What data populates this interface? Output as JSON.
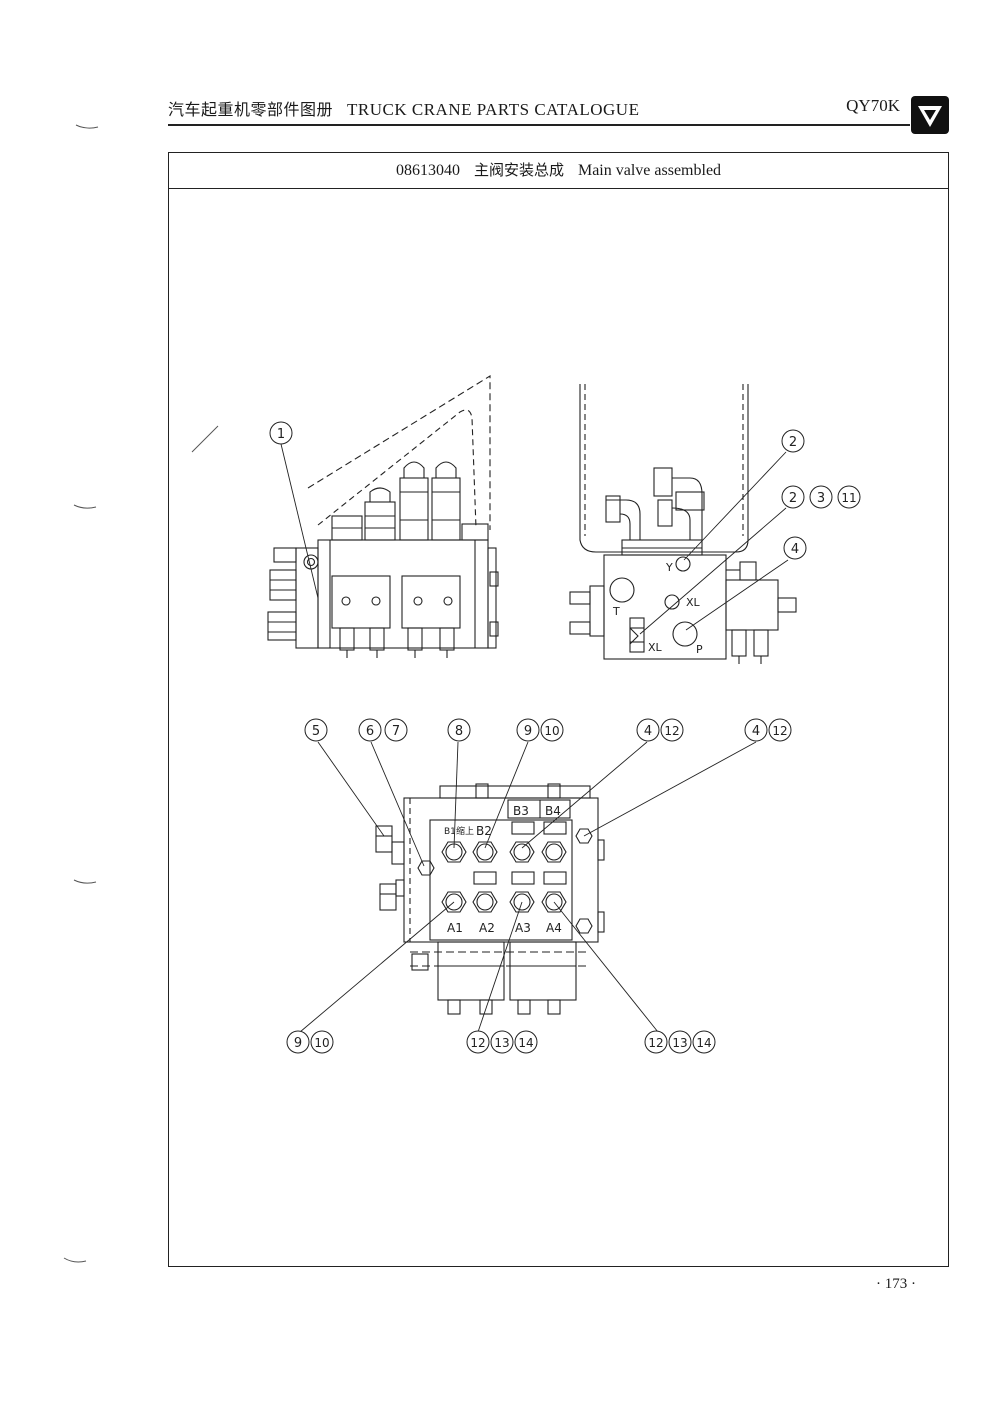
{
  "header": {
    "title_cn": "汽车起重机零部件图册",
    "title_en": "TRUCK CRANE PARTS CATALOGUE",
    "model": "QY70K",
    "logo_icon": "xcmg-triangle-logo-icon"
  },
  "caption": {
    "part_number": "08613040",
    "name_cn": "主阀安装总成",
    "name_en": "Main valve assembled"
  },
  "callouts": {
    "c1": "1",
    "c2": "2",
    "c3": "2",
    "c4": "3",
    "c5": "11",
    "c6": "4",
    "c7": "5",
    "c8": "6",
    "c9": "7",
    "c10": "8",
    "c11": "9",
    "c12": "10",
    "c13": "4",
    "c14": "12",
    "c15": "4",
    "c16": "12",
    "c17": "9",
    "c18": "10",
    "c19": "12",
    "c20": "13",
    "c21": "14",
    "c22": "12",
    "c23": "13",
    "c24": "14"
  },
  "port_labels": {
    "y": "Y",
    "t": "T",
    "xl1": "XL",
    "xl2": "XL",
    "p": "P",
    "b1": "B1",
    "b1_cn": "缩上",
    "b2": "B2",
    "b3": "B3",
    "b4": "B4",
    "a1": "A1",
    "a2": "A2",
    "a3": "A3",
    "a4": "A4"
  },
  "page_number": "· 173 ·"
}
